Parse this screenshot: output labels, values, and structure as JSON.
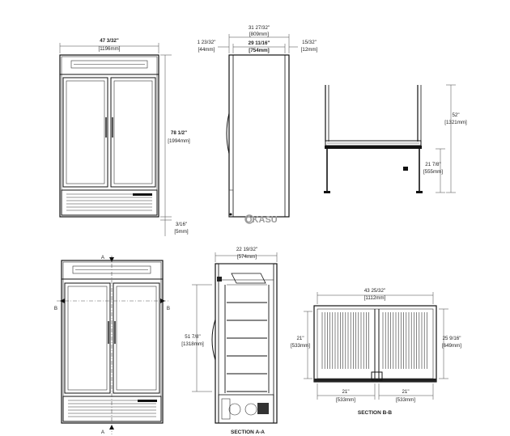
{
  "labels": {
    "front_width": "47 3/32\"",
    "front_width_mm": "[1196mm]",
    "front_height": "78 1/2\"",
    "front_height_mm": "[1994mm]",
    "foot": "3/16\"",
    "foot_mm": "[5mm]",
    "side_depth": "31 27/32\"",
    "side_depth_mm": "[809mm]",
    "side_left": "1 23/32\"",
    "side_left_mm": "[44mm]",
    "side_mid": "29 11/16\"",
    "side_mid_mm": "[754mm]",
    "side_right": "15/32\"",
    "side_right_mm": "[12mm]",
    "crate_height": "52\"",
    "crate_height_mm": "[1321mm]",
    "crate_leg": "21 7/8\"",
    "crate_leg_mm": "[555mm]",
    "sec_a_depth": "22 19/32\"",
    "sec_a_depth_mm": "[574mm]",
    "sec_a_height": "51 7/8\"",
    "sec_a_height_mm": "[1318mm]",
    "sec_b_width": "43 25/32\"",
    "sec_b_width_mm": "[1112mm]",
    "sec_b_left": "21\"",
    "sec_b_left_mm": "[533mm]",
    "sec_b_right": "25 9/16\"",
    "sec_b_right_mm": "[649mm]",
    "sec_b_bot1": "21\"",
    "sec_b_bot1_mm": "[533mm]",
    "sec_b_bot2": "21\"",
    "sec_b_bot2_mm": "[533mm]",
    "mark_a": "A",
    "mark_b": "B",
    "section_a": "SECTION A-A",
    "section_b": "SECTION B-B",
    "watermark": "OKASU"
  }
}
